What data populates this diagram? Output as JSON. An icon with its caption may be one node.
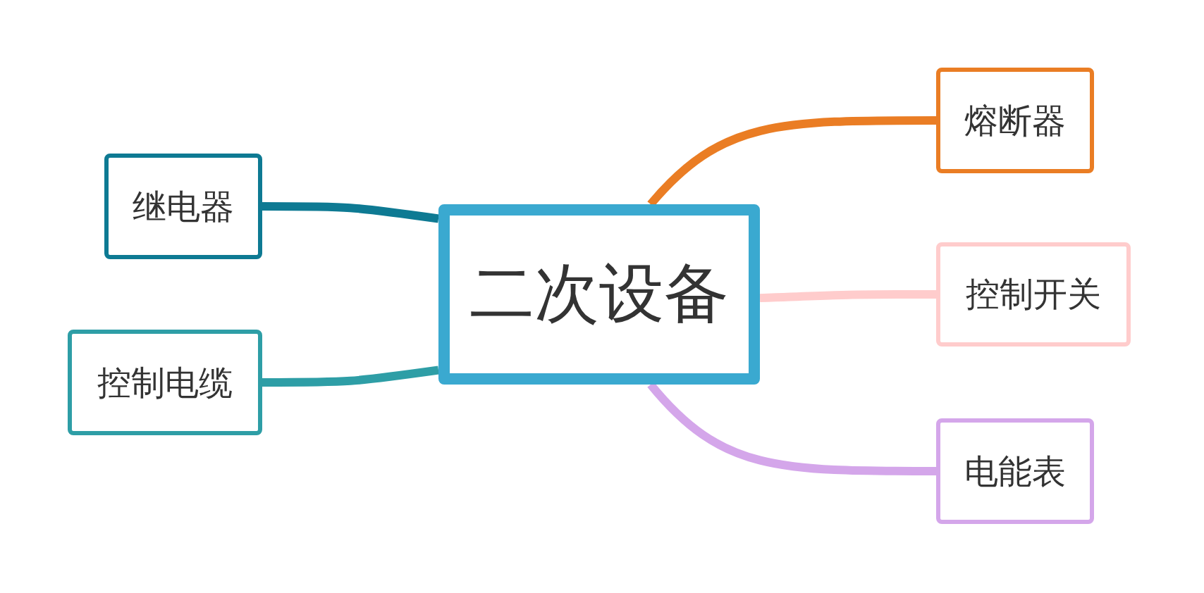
{
  "diagram": {
    "nodes": [
      {
        "text": [
          "二次设备"
        ]
      },
      {
        "text": [
          "熔断器"
        ]
      },
      {
        "text": [
          "控制开关"
        ]
      },
      {
        "text": [
          "电能表"
        ]
      },
      {
        "text": [
          "继电器"
        ]
      },
      {
        "text": [
          "控制电缆"
        ]
      }
    ],
    "edges": [
      {
        "from": 0,
        "to": 1,
        "arrow": "none",
        "color": "#ea7d24"
      },
      {
        "from": 0,
        "to": 2,
        "arrow": "none",
        "color": "#ffcccc"
      },
      {
        "from": 0,
        "to": 3,
        "arrow": "none",
        "color": "#d4a6ea"
      },
      {
        "from": 0,
        "to": 4,
        "arrow": "none",
        "color": "#0e7a93"
      },
      {
        "from": 0,
        "to": 5,
        "arrow": "none",
        "color": "#2e9ea6"
      }
    ]
  }
}
